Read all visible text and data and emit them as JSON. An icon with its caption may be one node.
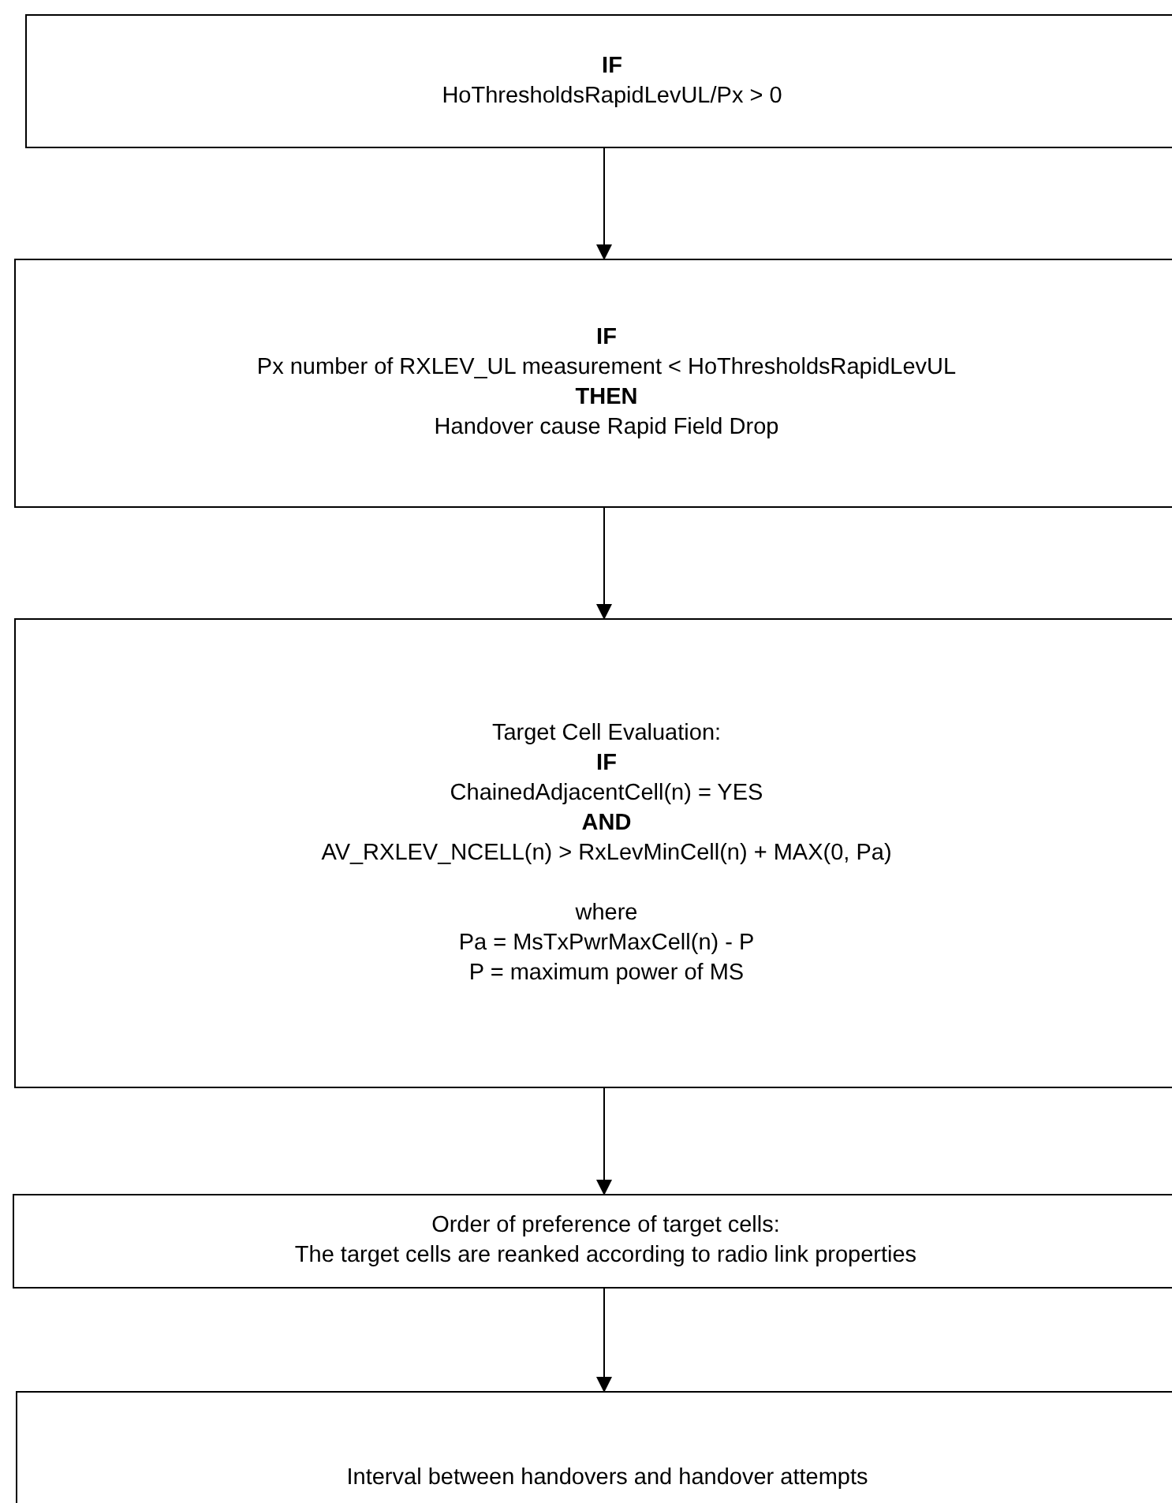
{
  "diagram": {
    "nodes": [
      {
        "text": [
          "**IF**",
          "HoThresholdsRapidLevUL/Px > 0"
        ]
      },
      {
        "text": [
          "**IF**",
          "Px number of RXLEV_UL measurement < HoThresholdsRapidLevUL",
          "**THEN**",
          "Handover cause Rapid Field Drop"
        ]
      },
      {
        "text": [
          "Target Cell Evaluation:",
          "**IF**",
          "ChainedAdjacentCell(n) = YES",
          "**AND**",
          "AV_RXLEV_NCELL(n) > RxLevMinCell(n) + MAX(0, Pa)",
          "where",
          "Pa = MsTxPwrMaxCell(n) - P",
          "P = maximum power of MS"
        ]
      },
      {
        "text": [
          "Order of preference of target cells:",
          "The target cells are reanked according to radio link properties"
        ]
      },
      {
        "text": [
          "Interval between handovers and handover attempts"
        ]
      }
    ],
    "edges": [
      {
        "from": 0,
        "to": 1,
        "arrow": "to"
      },
      {
        "from": 1,
        "to": 2,
        "arrow": "to"
      },
      {
        "from": 2,
        "to": 3,
        "arrow": "to"
      },
      {
        "from": 3,
        "to": 4,
        "arrow": "to"
      }
    ]
  }
}
